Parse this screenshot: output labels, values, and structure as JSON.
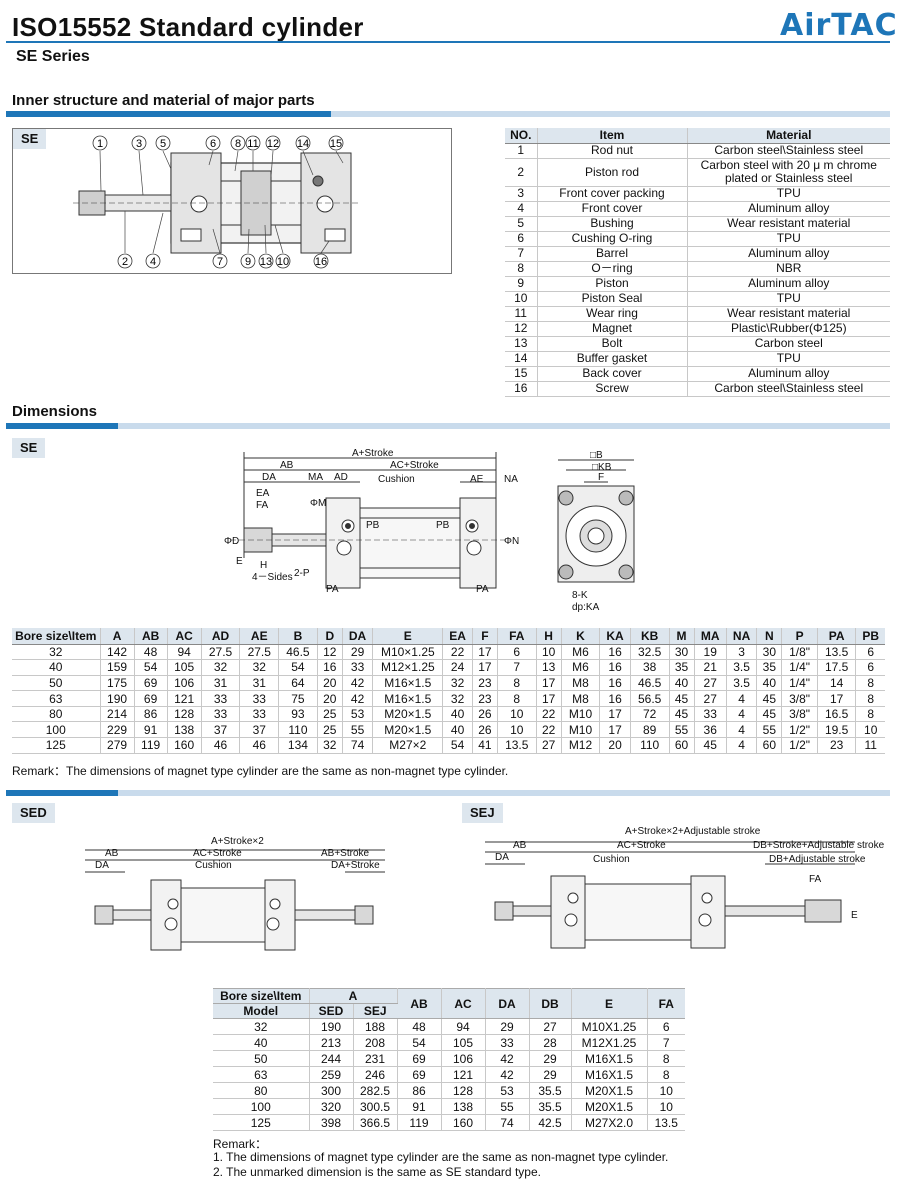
{
  "header": {
    "title": "ISO15552 Standard cylinder",
    "subtitle": "SE Series",
    "logo": "AirTAC"
  },
  "colors": {
    "accent": "#1e76b8",
    "header_fill": "#dde6ee",
    "light_rule": "#c9dbec"
  },
  "structure": {
    "heading": "Inner structure and material of major parts",
    "tag": "SE",
    "callouts_top": [
      "1",
      "3",
      "5",
      "6",
      "8",
      "11",
      "12",
      "14",
      "15"
    ],
    "callouts_bottom": [
      "2",
      "4",
      "7",
      "9",
      "13",
      "10",
      "16"
    ],
    "materials_headers": [
      "NO.",
      "Item",
      "Material"
    ],
    "materials_rows": [
      [
        "1",
        "Rod nut",
        "Carbon steel\\Stainless steel"
      ],
      [
        "2",
        "Piston rod",
        "Carbon steel with 20 μ m chrome plated or Stainless steel"
      ],
      [
        "3",
        "Front cover packing",
        "TPU"
      ],
      [
        "4",
        "Front cover",
        "Aluminum alloy"
      ],
      [
        "5",
        "Bushing",
        "Wear resistant material"
      ],
      [
        "6",
        "Cushing O-ring",
        "TPU"
      ],
      [
        "7",
        "Barrel",
        "Aluminum alloy"
      ],
      [
        "8",
        "O－ring",
        "NBR"
      ],
      [
        "9",
        "Piston",
        "Aluminum alloy"
      ],
      [
        "10",
        "Piston Seal",
        "TPU"
      ],
      [
        "11",
        "Wear ring",
        "Wear resistant material"
      ],
      [
        "12",
        "Magnet",
        "Plastic\\Rubber(Φ125)"
      ],
      [
        "13",
        "Bolt",
        "Carbon steel"
      ],
      [
        "14",
        "Buffer gasket",
        "TPU"
      ],
      [
        "15",
        "Back cover",
        "Aluminum alloy"
      ],
      [
        "16",
        "Screw",
        "Carbon steel\\Stainless steel"
      ]
    ]
  },
  "dimensions": {
    "heading": "Dimensions",
    "tag": "SE",
    "drawing_labels": {
      "a_stroke": "A+Stroke",
      "ab": "AB",
      "ac_stroke": "AC+Stroke",
      "na": "NA",
      "da": "DA",
      "ma": "MA",
      "ad": "AD",
      "cushion": "Cushion",
      "ae": "AE",
      "ea": "EA",
      "fa": "FA",
      "phi_m": "ΦM",
      "phi_d": "ΦD",
      "phi_n": "ΦN",
      "pb": "PB",
      "e": "E",
      "h": "H",
      "two_p": "2-P",
      "four_sides": "4－Sides",
      "pa": "PA",
      "b": "□B",
      "kb": "□KB",
      "f": "F",
      "eight_k": "8-K",
      "dp_ka": "dp:KA"
    },
    "table_headers": [
      "Bore size\\Item",
      "A",
      "AB",
      "AC",
      "AD",
      "AE",
      "B",
      "D",
      "DA",
      "E",
      "EA",
      "F",
      "FA",
      "H",
      "K",
      "KA",
      "KB",
      "M",
      "MA",
      "NA",
      "N",
      "P",
      "PA",
      "PB"
    ],
    "table_rows": [
      [
        "32",
        "142",
        "48",
        "94",
        "27.5",
        "27.5",
        "46.5",
        "12",
        "29",
        "M10×1.25",
        "22",
        "17",
        "6",
        "10",
        "M6",
        "16",
        "32.5",
        "30",
        "19",
        "3",
        "30",
        "1/8\"",
        "13.5",
        "6"
      ],
      [
        "40",
        "159",
        "54",
        "105",
        "32",
        "32",
        "54",
        "16",
        "33",
        "M12×1.25",
        "24",
        "17",
        "7",
        "13",
        "M6",
        "16",
        "38",
        "35",
        "21",
        "3.5",
        "35",
        "1/4\"",
        "17.5",
        "6"
      ],
      [
        "50",
        "175",
        "69",
        "106",
        "31",
        "31",
        "64",
        "20",
        "42",
        "M16×1.5",
        "32",
        "23",
        "8",
        "17",
        "M8",
        "16",
        "46.5",
        "40",
        "27",
        "3.5",
        "40",
        "1/4\"",
        "14",
        "8"
      ],
      [
        "63",
        "190",
        "69",
        "121",
        "33",
        "33",
        "75",
        "20",
        "42",
        "M16×1.5",
        "32",
        "23",
        "8",
        "17",
        "M8",
        "16",
        "56.5",
        "45",
        "27",
        "4",
        "45",
        "3/8\"",
        "17",
        "8"
      ],
      [
        "80",
        "214",
        "86",
        "128",
        "33",
        "33",
        "93",
        "25",
        "53",
        "M20×1.5",
        "40",
        "26",
        "10",
        "22",
        "M10",
        "17",
        "72",
        "45",
        "33",
        "4",
        "45",
        "3/8\"",
        "16.5",
        "8"
      ],
      [
        "100",
        "229",
        "91",
        "138",
        "37",
        "37",
        "110",
        "25",
        "55",
        "M20×1.5",
        "40",
        "26",
        "10",
        "22",
        "M10",
        "17",
        "89",
        "55",
        "36",
        "4",
        "55",
        "1/2\"",
        "19.5",
        "10"
      ],
      [
        "125",
        "279",
        "119",
        "160",
        "46",
        "46",
        "134",
        "32",
        "74",
        "M27×2",
        "54",
        "41",
        "13.5",
        "27",
        "M12",
        "20",
        "110",
        "60",
        "45",
        "4",
        "60",
        "1/2\"",
        "23",
        "11"
      ]
    ],
    "remark": "Remark：The dimensions of magnet type cylinder are the same as non-magnet type cylinder."
  },
  "sed_sej": {
    "tag_sed": "SED",
    "tag_sej": "SEJ",
    "sed_labels": {
      "a_stroke2": "A+Stroke×2",
      "ab": "AB",
      "ac_stroke": "AC+Stroke",
      "ab_stroke": "AB+Stroke",
      "da": "DA",
      "cushion": "Cushion",
      "da_stroke": "DA+Stroke"
    },
    "sej_labels": {
      "a_stroke2_adj": "A+Stroke×2+Adjustable stroke",
      "ab": "AB",
      "ac_stroke": "AC+Stroke",
      "db_stroke_adj": "DB+Stroke+Adjustable stroke",
      "da": "DA",
      "cushion": "Cushion",
      "db_adj": "DB+Adjustable stroke",
      "fa": "FA",
      "e": "E"
    },
    "table": {
      "h_bore": "Bore size\\Item",
      "h_model": "Model",
      "h_a": "A",
      "h_sed": "SED",
      "h_sej": "SEJ",
      "h_ab": "AB",
      "h_ac": "AC",
      "h_da": "DA",
      "h_db": "DB",
      "h_e": "E",
      "h_fa": "FA",
      "rows": [
        [
          "32",
          "190",
          "188",
          "48",
          "94",
          "29",
          "27",
          "M10X1.25",
          "6"
        ],
        [
          "40",
          "213",
          "208",
          "54",
          "105",
          "33",
          "28",
          "M12X1.25",
          "7"
        ],
        [
          "50",
          "244",
          "231",
          "69",
          "106",
          "42",
          "29",
          "M16X1.5",
          "8"
        ],
        [
          "63",
          "259",
          "246",
          "69",
          "121",
          "42",
          "29",
          "M16X1.5",
          "8"
        ],
        [
          "80",
          "300",
          "282.5",
          "86",
          "128",
          "53",
          "35.5",
          "M20X1.5",
          "10"
        ],
        [
          "100",
          "320",
          "300.5",
          "91",
          "138",
          "55",
          "35.5",
          "M20X1.5",
          "10"
        ],
        [
          "125",
          "398",
          "366.5",
          "119",
          "160",
          "74",
          "42.5",
          "M27X2.0",
          "13.5"
        ]
      ]
    },
    "remark_title": "Remark：",
    "remark_1": "1. The dimensions of magnet type cylinder are the same as non-magnet type cylinder.",
    "remark_2": "2. The unmarked dimension is the same as SE standard type."
  }
}
